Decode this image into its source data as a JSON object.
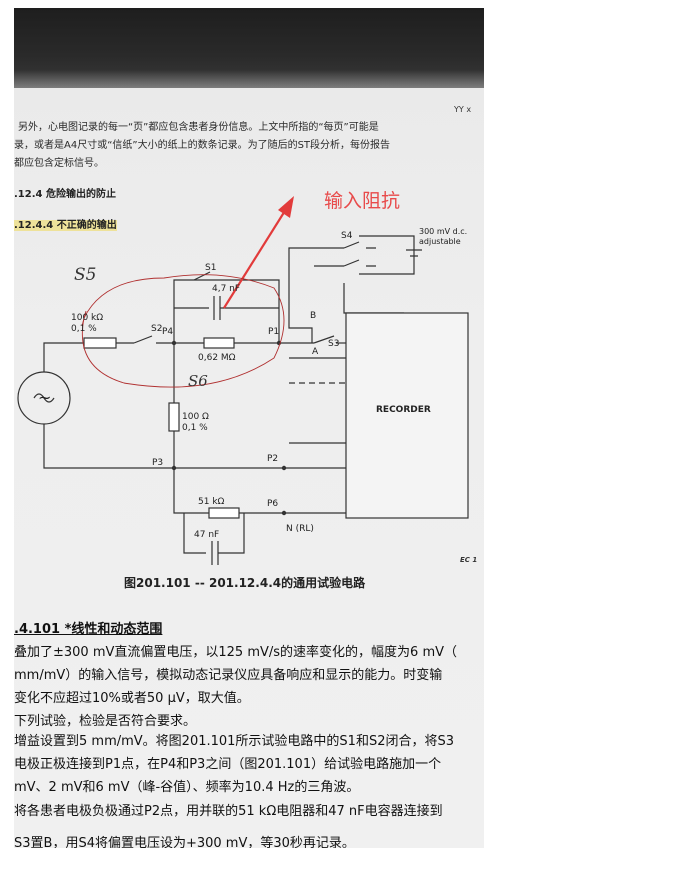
{
  "corner_label": "YY x",
  "intro_lines": [
    "另外，心电图记录的每一“页”都应包含患者身份信息。上文中所指的“每页”可能是",
    "录，或者是A4尺寸或“信纸”大小的纸上的数条记录。为了随后的ST段分析，每份报告",
    "都应包含定标信号。"
  ],
  "section_title": ".12.4  危险输出的防止",
  "subsection_title": ".12.4.4   不正确的输出",
  "annotation": "输入阻抗",
  "handwritten": {
    "s5": "S5",
    "s6": "S6"
  },
  "diagram_labels": {
    "s1": "S1",
    "s2": "S2",
    "s3": "S3",
    "s4": "S4",
    "p1": "P1",
    "p2": "P2",
    "p3": "P3",
    "p4": "P4",
    "p6": "P6",
    "a": "A",
    "b": "B",
    "cap1": "4,7 nF",
    "res_062": "0,62 MΩ",
    "res_100k_a": "100 kΩ",
    "res_100k_b": "0,1 %",
    "res_100_a": "100 Ω",
    "res_100_b": "0,1 %",
    "res_51k": "51 kΩ",
    "cap47": "47 nF",
    "n_rl": "N (RL)",
    "bias_a": "300 mV d.c.",
    "bias_b": "adjustable",
    "recorder": "RECORDER",
    "source": "~"
  },
  "iec_mark": "EC 1",
  "caption": "图201.101 -- 201.12.4.4的通用试验电路",
  "section2_title": ".4.101 *线性和动态范围",
  "body_lines": [
    "叠加了±300 mV直流偏置电压，以125 mV/s的速率变化的，幅度为6 mV（",
    "mm/mV）的输入信号，模拟动态记录仪应具备响应和显示的能力。时变输",
    "变化不应超过10%或者50 μV，取大值。",
    "下列试验，检验是否符合要求。",
    "增益设置到5 mm/mV。将图201.101所示试验电路中的S1和S2闭合，将S3",
    "电极正极连接到P1点，在P4和P3之间（图201.101）给试验电路施加一个",
    " mV、2 mV和6 mV（峰-谷值）、频率为10.4 Hz的三角波。",
    "将各患者电极负极通过P2点，用并联的51 kΩ电阻器和47 nF电容器连接到",
    "",
    "S3置B，用S4将偏置电压设为+300 mV，等30秒再记录。"
  ]
}
